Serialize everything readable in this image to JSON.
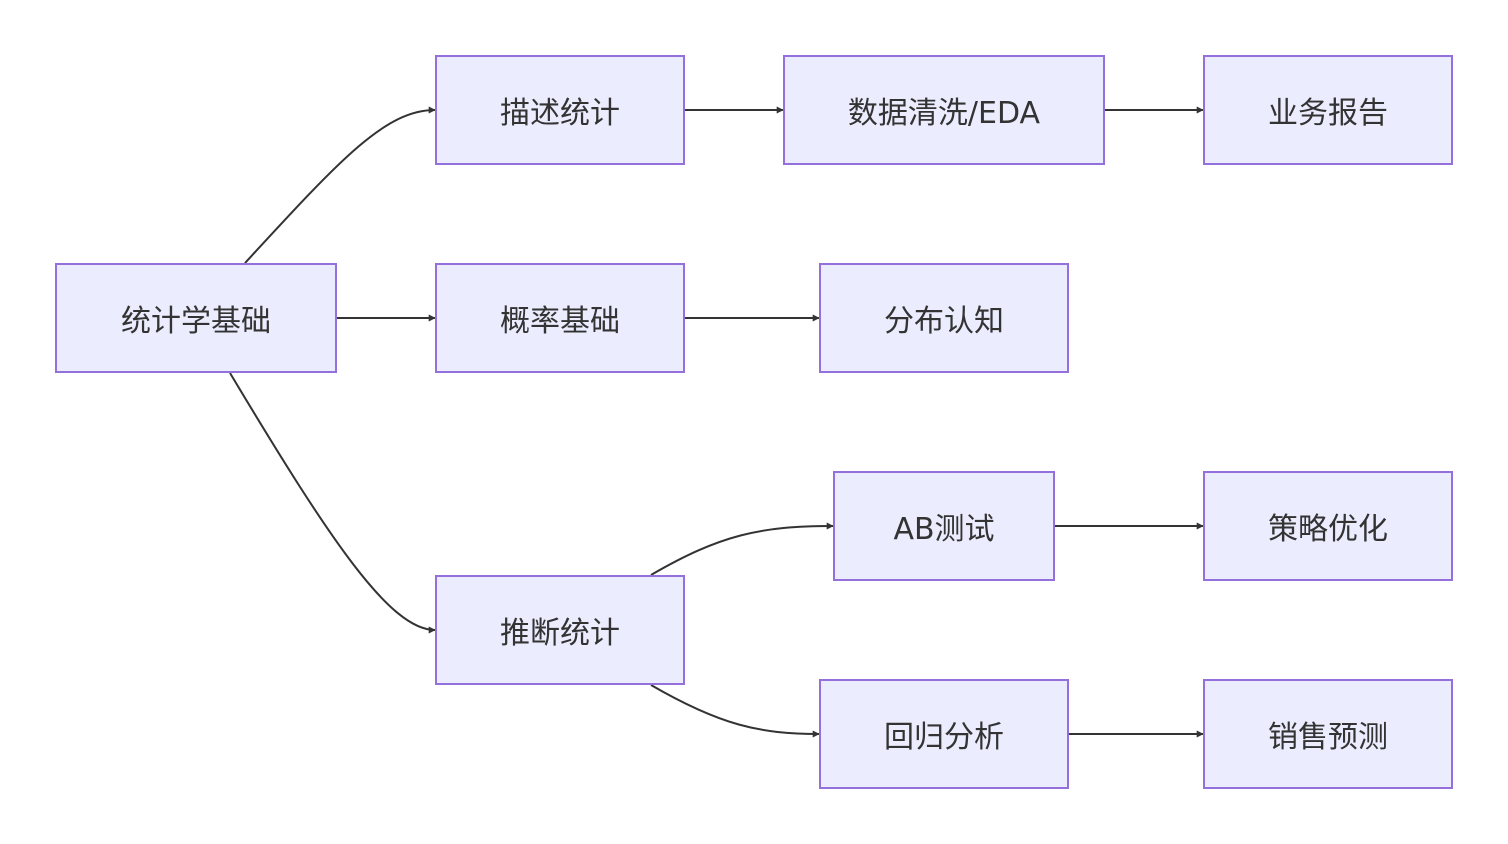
{
  "diagram": {
    "type": "flowchart",
    "direction": "left-to-right",
    "colors": {
      "node_fill": "#ECECFF",
      "node_border": "#9370DB",
      "text": "#333333",
      "edge": "#333333"
    },
    "nodes": {
      "stats_basics": "统计学基础",
      "descriptive": "描述统计",
      "cleaning": "数据清洗/EDA",
      "report": "业务报告",
      "probability": "概率基础",
      "distribution": "分布认知",
      "inferential": "推断统计",
      "abtest": "AB测试",
      "strategy": "策略优化",
      "regression": "回归分析",
      "forecast": "销售预测"
    },
    "edges": [
      {
        "from": "stats_basics",
        "to": "descriptive"
      },
      {
        "from": "descriptive",
        "to": "cleaning"
      },
      {
        "from": "cleaning",
        "to": "report"
      },
      {
        "from": "stats_basics",
        "to": "probability"
      },
      {
        "from": "probability",
        "to": "distribution"
      },
      {
        "from": "stats_basics",
        "to": "inferential"
      },
      {
        "from": "inferential",
        "to": "abtest"
      },
      {
        "from": "abtest",
        "to": "strategy"
      },
      {
        "from": "inferential",
        "to": "regression"
      },
      {
        "from": "regression",
        "to": "forecast"
      }
    ]
  }
}
